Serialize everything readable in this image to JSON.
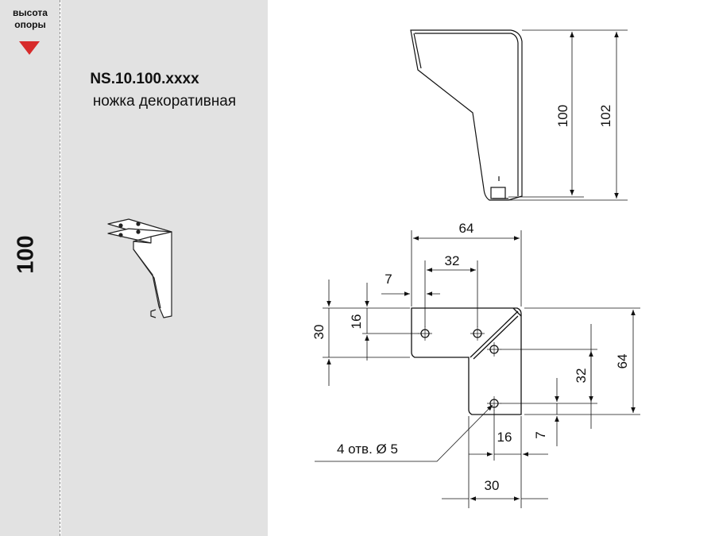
{
  "left_strip": {
    "height_label_line1": "высота",
    "height_label_line2": "опоры",
    "height_value": "100",
    "arrow_color": "#d72b2b"
  },
  "product": {
    "code": "NS.10.100.xxxx",
    "name": "ножка декоративная"
  },
  "drawing": {
    "side_view": {
      "height_inner": "100",
      "height_total": "102"
    },
    "top_view": {
      "width_total": "64",
      "hole_spacing_x": "32",
      "hole_offset_x": "7",
      "depth_left": "30",
      "hole_offset_y": "16",
      "height_total_right": "64",
      "hole_spacing_y": "32",
      "hole_offset_bottom": "7",
      "hole_offset_right": "16",
      "width_bottom": "30",
      "holes_note": "4 отв. Ø 5"
    }
  },
  "colors": {
    "panel_gray": "#e2e2e2",
    "accent_red": "#d72b2b"
  }
}
